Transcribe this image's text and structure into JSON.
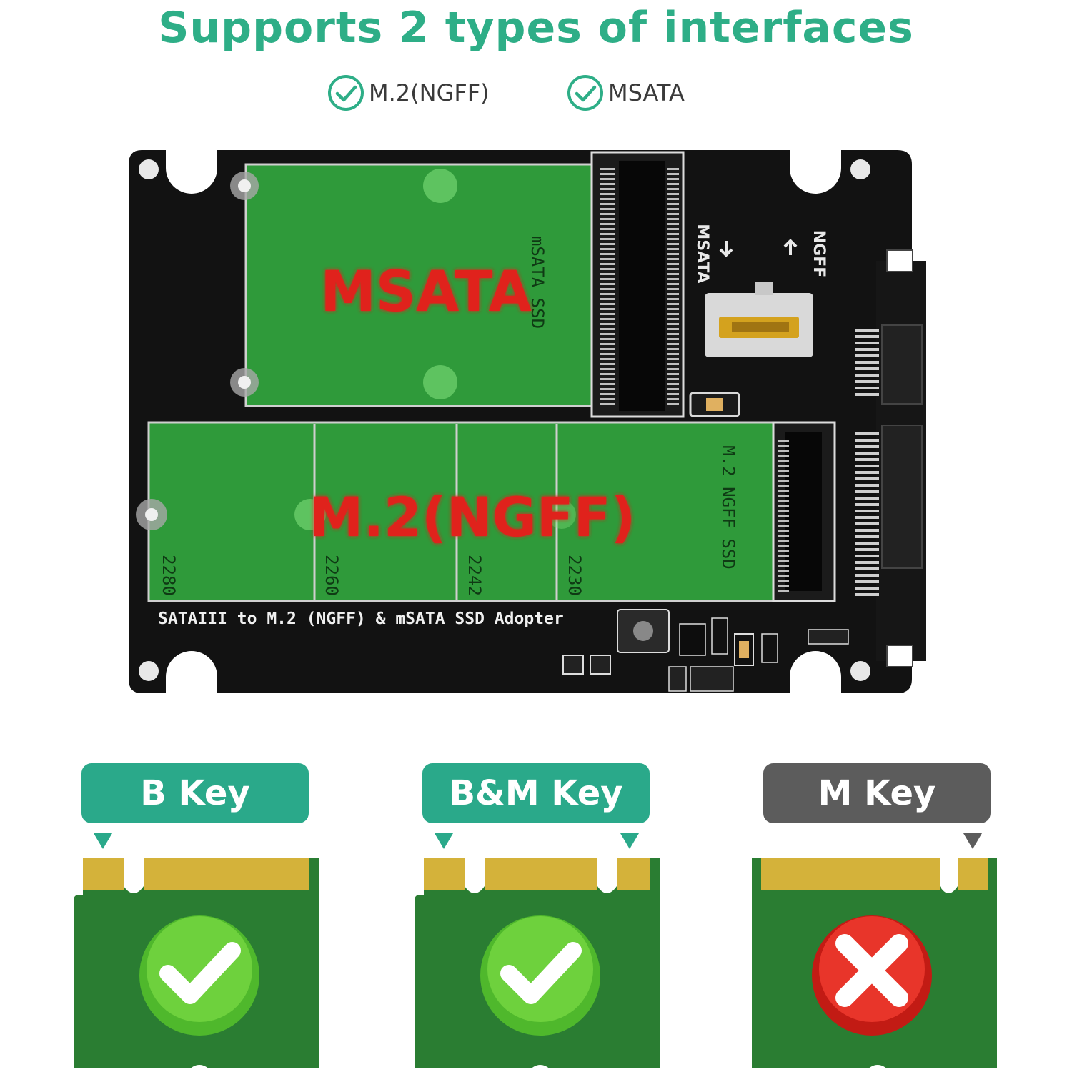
{
  "title": "Supports 2 types of interfaces",
  "interfaces": [
    {
      "label": "M.2(NGFF)",
      "icon": "check-circle-icon"
    },
    {
      "label": "MSATA",
      "icon": "check-circle-icon"
    }
  ],
  "board": {
    "msata_overlay": "MSATA",
    "msata_card_label": "mSATA SSD",
    "m2_overlay": "M.2(NGFF)",
    "m2_card_label": "M.2  NGFF  SSD",
    "sizes": [
      "2280",
      "2260",
      "2242",
      "2230"
    ],
    "adapter_text": "SATAIII to M.2 (NGFF) & mSATA SSD Adopter",
    "switch_msata": "MSATA",
    "switch_ngff": "NGFF"
  },
  "keys": [
    {
      "label": "B Key",
      "supported": true,
      "color": "#2aa98a",
      "icon": "check-icon"
    },
    {
      "label": "B&M Key",
      "supported": true,
      "color": "#2aa98a",
      "icon": "check-icon"
    },
    {
      "label": "M Key",
      "supported": false,
      "color": "#5c5c5c",
      "icon": "cross-icon"
    }
  ],
  "colors": {
    "accent": "#2eae87",
    "board": "#111111",
    "pcb_green": "#2e8a34",
    "gold": "#d4b23a"
  }
}
